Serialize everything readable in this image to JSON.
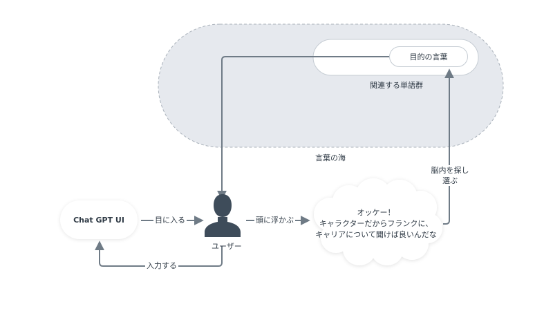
{
  "diagram": {
    "sea_label": "言葉の海",
    "word_group_label": "関連する単語群",
    "target_word": "目的の言葉",
    "chat_ui": "Chat GPT UI",
    "user_label": "ユーザー",
    "edge_enters_eye": "目に入る",
    "edge_comes_to_mind": "頭に浮かぶ",
    "edge_input": "入力する",
    "edge_search_brain_line1": "脳内を探し",
    "edge_search_brain_line2": "選ぶ",
    "thought_lines": [
      "オッケー！",
      "キャラクターだからフランクに、",
      "キャリアについて聞けば良いんだな"
    ],
    "colors": {
      "sea_fill": "#e6e9ee",
      "sea_border": "#a9b1ba",
      "arrow": "#6f7b86",
      "person": "#3e4c5a",
      "text": "#2f3a45"
    },
    "icons": [
      "person-icon"
    ]
  }
}
